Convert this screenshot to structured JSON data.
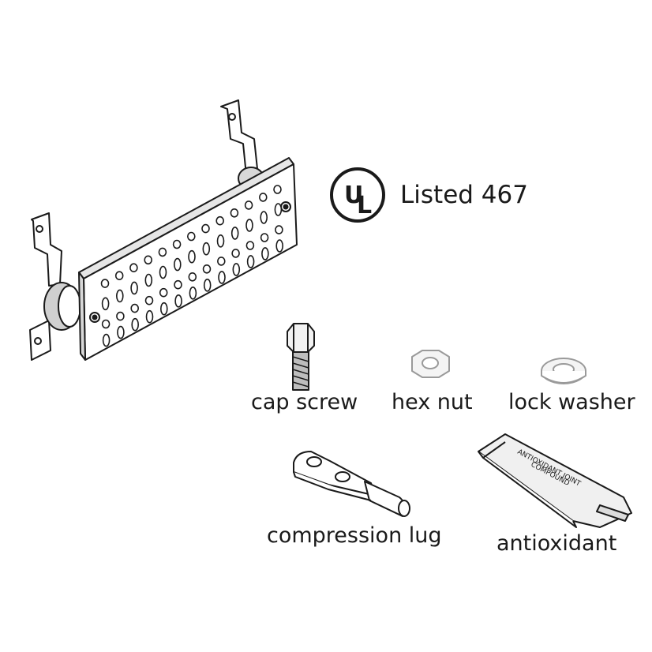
{
  "certification": {
    "logo_letters": "UL",
    "text": "Listed 467"
  },
  "parts": {
    "cap_screw": "cap screw",
    "hex_nut": "hex nut",
    "lock_washer": "lock washer",
    "compression_lug": "compression lug",
    "antioxidant": "antioxidant",
    "antioxidant_tube_text_line1": "ANTIOXIDANT JOINT",
    "antioxidant_tube_text_line2": "COMPOUND"
  },
  "colors": {
    "line": "#1a1a1a",
    "fill": "#ffffff",
    "shade": "#c8c8c8"
  }
}
